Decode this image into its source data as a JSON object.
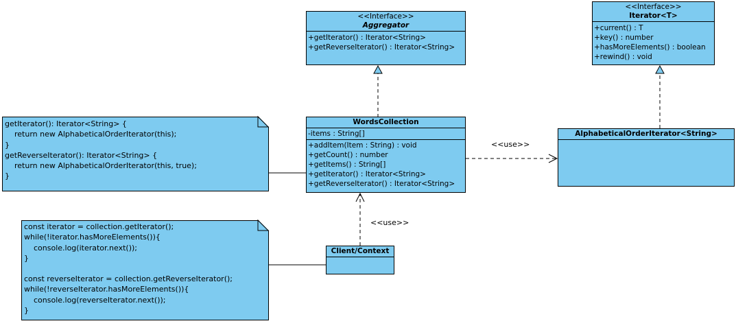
{
  "aggregator": {
    "stereotype": "<<Interface>>",
    "name": "Aggregator",
    "operations": [
      "+getIterator() : Iterator<String>",
      "+getReverseIterator() : Iterator<String>"
    ]
  },
  "iterator": {
    "stereotype": "<<Interface>>",
    "name": "Iterator<T>",
    "operations": [
      "+current() : T",
      "+key() : number",
      "+hasMoreElements() : boolean",
      "+rewind() : void"
    ]
  },
  "words_collection": {
    "name": "WordsCollection",
    "attributes": [
      "-items : String[]"
    ],
    "operations": [
      "+addItem(Item : String) : void",
      "+getCount() : number",
      "+getItems() : String[]",
      "+getIterator() : Iterator<String>",
      "+getReverseIterator() : Iterator<String>"
    ]
  },
  "alpha_iterator": {
    "name": "AlphabeticalOrderIterator<String>"
  },
  "client": {
    "name": "Client/Context"
  },
  "note_collection": {
    "lines": [
      "getIterator(): Iterator<String> {",
      "    return new AlphabeticalOrderIterator(this);",
      "}",
      "getReverseIterator(): Iterator<String> {",
      "    return new AlphabeticalOrderIterator(this, true);",
      "}"
    ]
  },
  "note_client": {
    "lines": [
      "const iterator = collection.getIterator();",
      "while(!iterator.hasMoreElements()){",
      "    console.log(iterator.next());",
      "}",
      "",
      "const reverseIterator = collection.getReverseIterator();",
      "while(!reverseIterator.hasMoreElements()){",
      "    console.log(reverseIterator.next());",
      "}"
    ]
  },
  "relations": {
    "use_collection_to_iterator": "<<use>>",
    "use_client_to_collection": "<<use>>"
  }
}
